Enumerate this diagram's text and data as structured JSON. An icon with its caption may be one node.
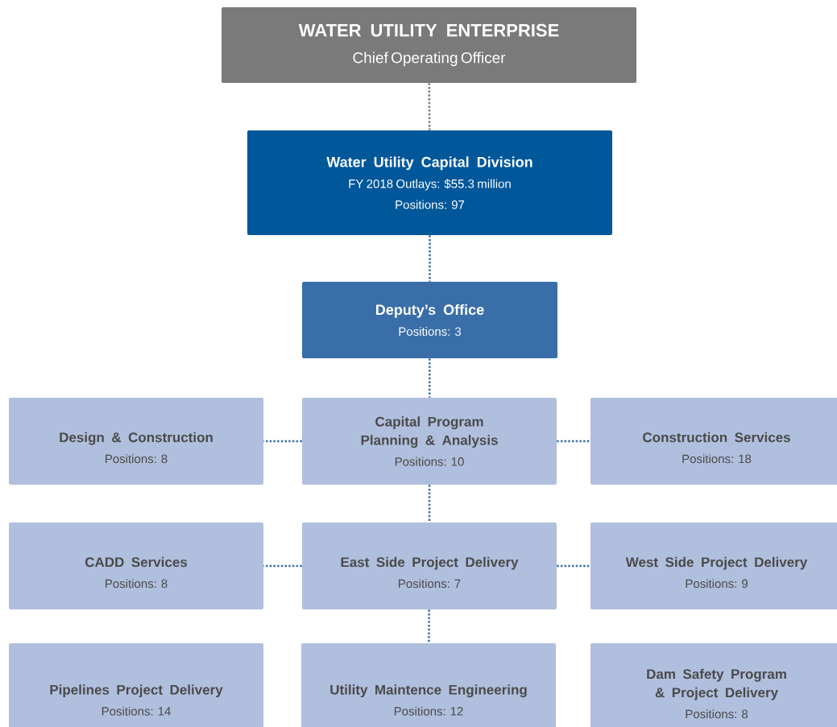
{
  "diagram": {
    "nodes": [
      {
        "text": [
          "WATER UTILITY ENTERPRISE",
          "Chief Operating Officer"
        ]
      },
      {
        "text": [
          "Water Utility Capital Division",
          "FY 2018 Outlays: $55.3 million",
          "Positions: 97"
        ]
      },
      {
        "text": [
          "Deputy’s Office",
          "Positions: 3"
        ]
      },
      {
        "text": [
          "Design & Construction",
          "Positions: 8"
        ]
      },
      {
        "text": [
          "Capital Program Planning & Analysis",
          "Positions: 10"
        ]
      },
      {
        "text": [
          "Construction Services",
          "Positions: 18"
        ]
      },
      {
        "text": [
          "CADD Services",
          "Positions: 8"
        ]
      },
      {
        "text": [
          "East Side Project Delivery",
          "Positions: 7"
        ]
      },
      {
        "text": [
          "West Side Project Delivery",
          "Positions: 9"
        ]
      },
      {
        "text": [
          "Pipelines Project Delivery",
          "Positions: 14"
        ]
      },
      {
        "text": [
          "Utility Maintence Engineering",
          "Positions: 12"
        ]
      },
      {
        "text": [
          "Dam Safety Program & Project Delivery",
          "Positions: 8"
        ]
      }
    ],
    "edges": [
      {
        "from": 0,
        "to": 1,
        "arrow": "none",
        "color": "#7a7a7b"
      },
      {
        "from": 1,
        "to": 2,
        "arrow": "none"
      },
      {
        "from": 2,
        "to": 4,
        "arrow": "none"
      },
      {
        "from": 4,
        "to": 3,
        "arrow": "none"
      },
      {
        "from": 4,
        "to": 5,
        "arrow": "none"
      },
      {
        "from": 4,
        "to": 7,
        "arrow": "none"
      },
      {
        "from": 7,
        "to": 6,
        "arrow": "none"
      },
      {
        "from": 7,
        "to": 8,
        "arrow": "none"
      },
      {
        "from": 7,
        "to": 10,
        "arrow": "none"
      }
    ]
  }
}
